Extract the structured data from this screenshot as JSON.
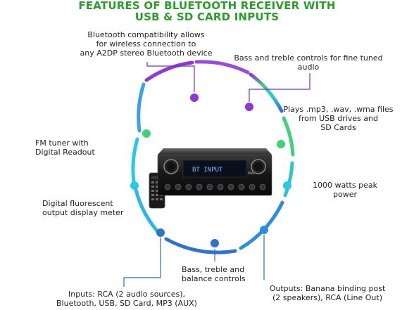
{
  "title": {
    "line1": "FEATURES OF  BLUETOOTH RECEIVER WITH",
    "line2": "USB & SD CARD INPUTS"
  },
  "features": {
    "bluetooth": [
      "Bluetooth compatibility allows",
      "for wireless connection to",
      "any A2DP stereo Bluetooth device"
    ],
    "bass_treble": [
      "Bass and treble controls for fine tuned",
      "audio"
    ],
    "plays": [
      "Plays .mp3, .wav, .wma files",
      "from USB drives and",
      "SD Cards"
    ],
    "fm": [
      "FM tuner with",
      "Digital Readout"
    ],
    "watts": [
      "1000 watts peak",
      "power"
    ],
    "fluorescent": [
      "Digital fluorescent",
      "output display meter"
    ],
    "balance": [
      "Bass, treble and",
      "balance controls"
    ],
    "inputs": [
      "Inputs: RCA (2 audio sources),",
      "Bluetooth, USB, SD Card, MP3 (AUX)"
    ],
    "outputs": [
      "Outputs: Banana binding post",
      "(2 speakers), RCA (Line Out)"
    ]
  },
  "device": {
    "display_text": "BT INPUT"
  },
  "colors": {
    "title_green": "#2a9d2a",
    "ring_purple": "#8a3ad6",
    "ring_blue": "#2f8fe0",
    "ring_cyan": "#27c8e8",
    "ring_green": "#3ed27a",
    "pointer_purple": "#7b2cc4",
    "pointer_blue": "#2b6fb8",
    "display_blue": "#7fb6ff"
  }
}
